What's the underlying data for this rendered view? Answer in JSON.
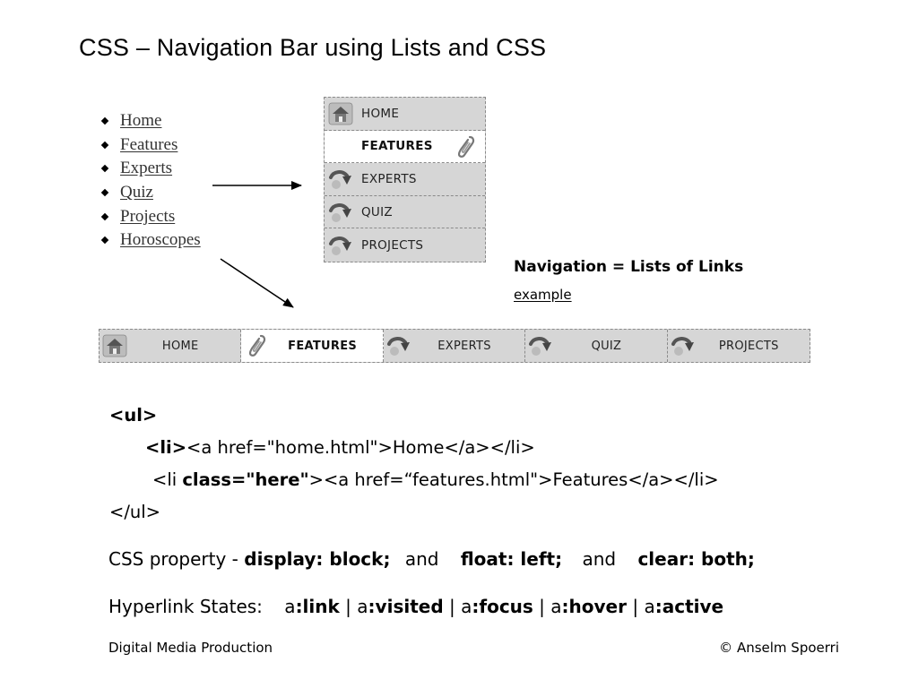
{
  "title": "CSS – Navigation Bar using Lists and CSS",
  "bullet_list": [
    {
      "label": "Home"
    },
    {
      "label": "Features"
    },
    {
      "label": "Experts"
    },
    {
      "label": "Quiz"
    },
    {
      "label": "Projects"
    },
    {
      "label": "Horoscopes"
    }
  ],
  "vertical_nav": [
    {
      "label": "HOME",
      "icon": "house-icon",
      "active": false
    },
    {
      "label": "FEATURES",
      "icon": "paperclip-icon",
      "active": true
    },
    {
      "label": "EXPERTS",
      "icon": "curved-arrow-icon",
      "active": false
    },
    {
      "label": "QUIZ",
      "icon": "curved-arrow-icon",
      "active": false
    },
    {
      "label": "PROJECTS",
      "icon": "curved-arrow-icon",
      "active": false
    }
  ],
  "horizontal_nav": [
    {
      "label": "HOME",
      "icon": "house-icon",
      "active": false
    },
    {
      "label": "FEATURES",
      "icon": "paperclip-icon",
      "active": true
    },
    {
      "label": "EXPERTS",
      "icon": "curved-arrow-icon",
      "active": false
    },
    {
      "label": "QUIZ",
      "icon": "curved-arrow-icon",
      "active": false
    },
    {
      "label": "PROJECTS",
      "icon": "curved-arrow-icon",
      "active": false
    }
  ],
  "caption": {
    "title": "Navigation = Lists of Links",
    "link": "example"
  },
  "code": {
    "line1": "<ul>",
    "line2_tag": "<li>",
    "line2_rest": "<a href=\"home.html\">Home</a></li>",
    "line3_pre": "<li ",
    "line3_bold": "class=\"here\"",
    "line3_rest": "><a href=“features.html\">Features</a></li>",
    "line4": "</ul>"
  },
  "css_property": {
    "prefix": "CSS property - ",
    "p1": "display: block;",
    "and1": "and",
    "p2": "float: left;",
    "and2": "and",
    "p3": "clear: both;"
  },
  "hyperlink_states": {
    "prefix": "Hyperlink States:",
    "a": "a",
    "s1": ":link",
    "s2": ":visited",
    "s3": ":focus",
    "s4": ":hover",
    "s5": ":active",
    "sep": "|"
  },
  "footer": {
    "left": "Digital Media Production",
    "right": "© Anselm Spoerri"
  },
  "colors": {
    "nav_bg": "#d6d6d6",
    "nav_active_bg": "#ffffff",
    "nav_border": "#8a8a8a"
  }
}
